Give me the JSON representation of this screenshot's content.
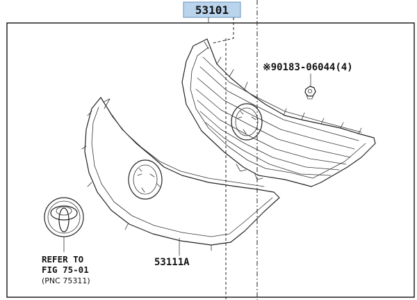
{
  "diagram": {
    "assembly_part": "53101",
    "assembly_highlight_color": "#b9d4ec",
    "bolt_part": "※90183-06044(4)",
    "lower_grille_part": "53111A",
    "emblem_ref_line1": "REFER TO",
    "emblem_ref_line2": "FIG 75-01",
    "emblem_ref_line3": "(PNC 75311)",
    "icons": [
      "toyota-emblem-icon",
      "bolt-clip-icon"
    ]
  }
}
